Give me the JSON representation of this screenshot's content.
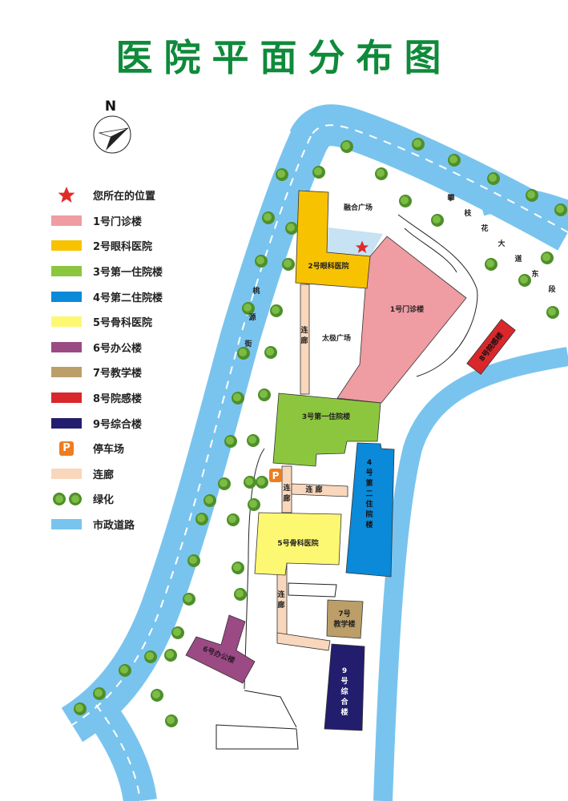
{
  "title": "医院平面分布图",
  "compass": {
    "label": "N"
  },
  "legend": [
    {
      "label": "您所在的位置",
      "icon": "star-icon",
      "color": "#e02a2a"
    },
    {
      "label": "1号门诊楼",
      "color": "#ef9ca2"
    },
    {
      "label": "2号眼科医院",
      "color": "#f7c300"
    },
    {
      "label": "3号第一住院楼",
      "color": "#8cc63f"
    },
    {
      "label": "4号第二住院楼",
      "color": "#0a8ad8"
    },
    {
      "label": "5号骨科医院",
      "color": "#fdf872"
    },
    {
      "label": "6号办公楼",
      "color": "#9b4a84"
    },
    {
      "label": "7号教学楼",
      "color": "#bb9e68"
    },
    {
      "label": "8号院感楼",
      "color": "#d8282c"
    },
    {
      "label": "9号综合楼",
      "color": "#231d6e"
    },
    {
      "label": "停车场",
      "icon": "parking-icon",
      "color": "#ee7d1f",
      "glyph": "P"
    },
    {
      "label": "连廊",
      "color": "#f9d7bc"
    },
    {
      "label": "绿化",
      "icon": "tree-icon",
      "color": "#5a9a2a"
    },
    {
      "label": "市政道路",
      "color": "#79c4ee"
    }
  ],
  "map": {
    "plazas": {
      "ronghe": "融合广场",
      "taiji": "太极广场"
    },
    "buildings": {
      "b1": "1号门诊楼",
      "b2": "2号眼科医院",
      "b3": "3号第一住院楼",
      "b4": [
        "4",
        "号",
        "第",
        "二",
        "住",
        "院",
        "楼"
      ],
      "b5": "5号骨科医院",
      "b6": "6号办公楼",
      "b7": [
        "7号",
        "教学楼"
      ],
      "b8": "8号院感楼",
      "b9": [
        "9",
        "号",
        "综",
        "合",
        "楼"
      ]
    },
    "corridor": [
      "连",
      "廊"
    ],
    "corridor_h": "连 廊",
    "parking": "P",
    "roads": {
      "taoyuan": [
        "桃",
        "源",
        "街"
      ],
      "panzhihua": [
        "攀",
        "枝",
        "花",
        "大",
        "道",
        "东",
        "段"
      ]
    }
  }
}
